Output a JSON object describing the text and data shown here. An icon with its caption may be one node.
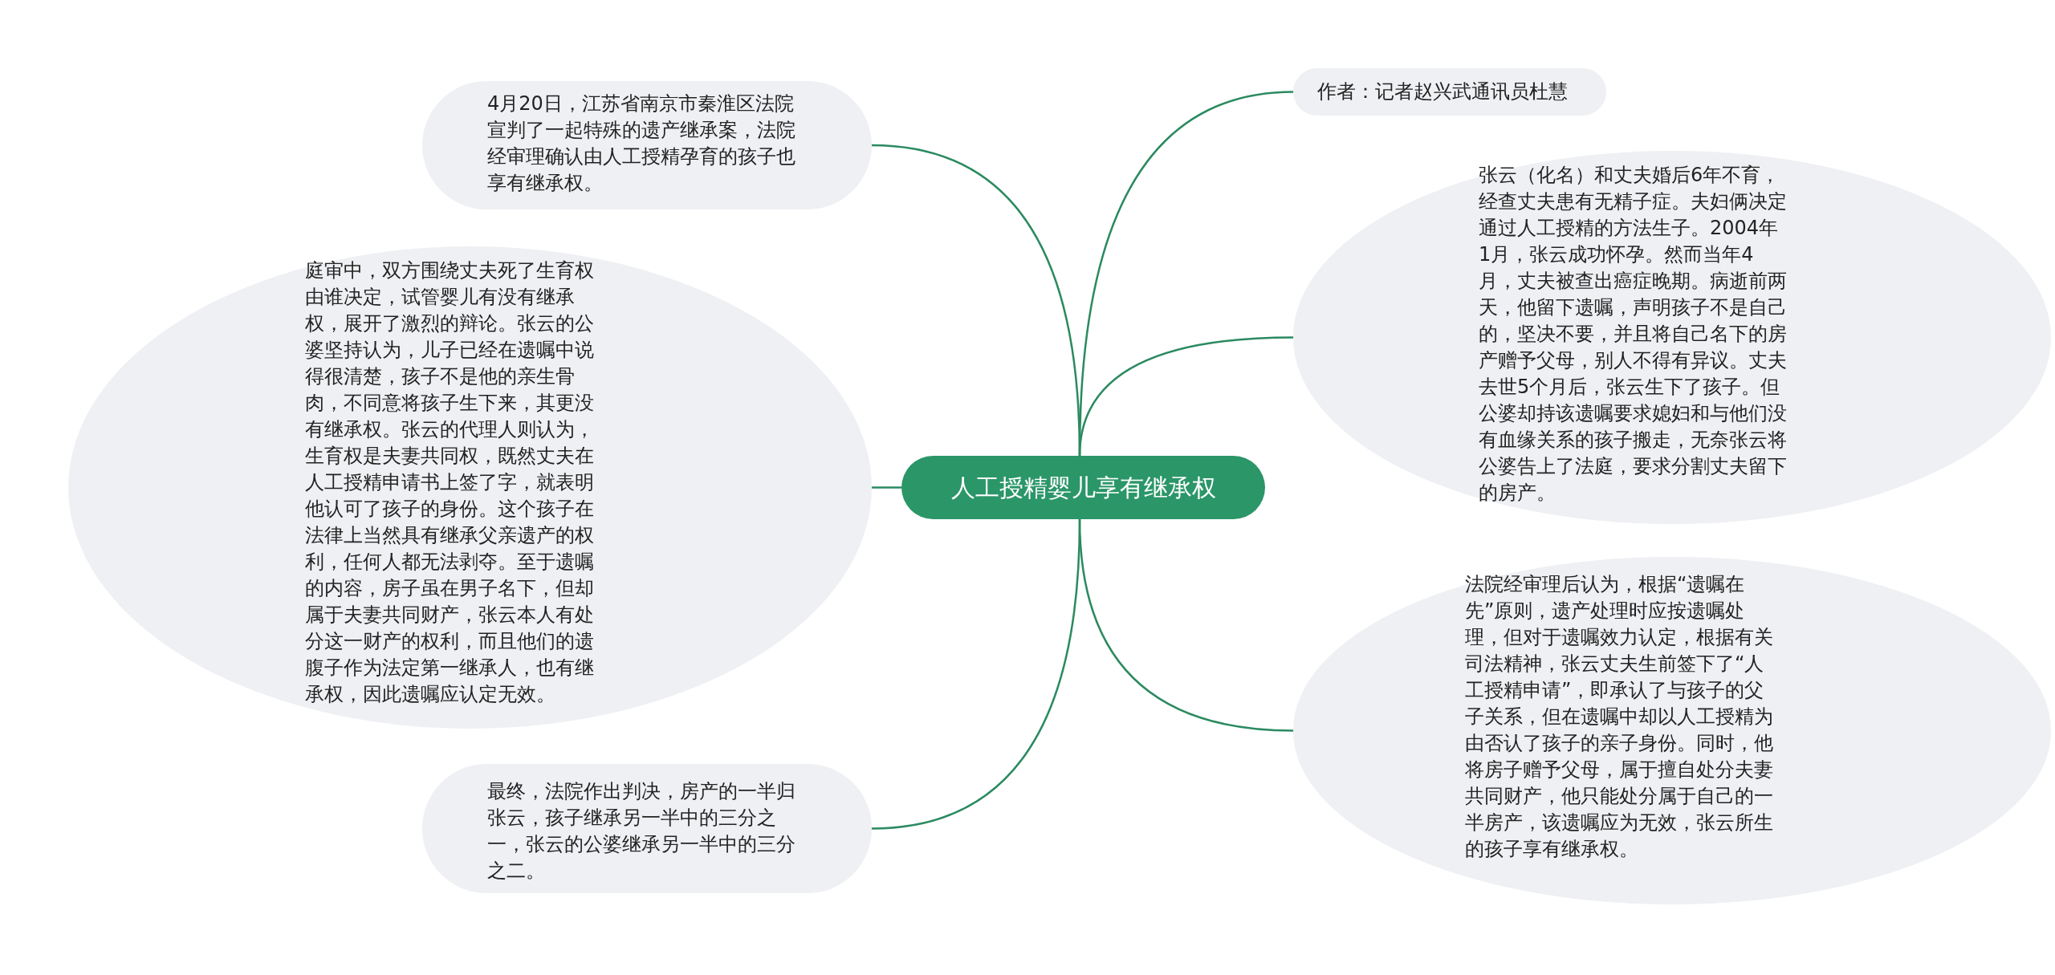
{
  "diagram": {
    "nodes": [
      {
        "text": [
          "人工授精婴儿享有继承权"
        ]
      },
      {
        "text": [
          "作者：记者赵兴武通讯员杜慧"
        ]
      },
      {
        "text": [
          "4月20日，江苏省南京市秦淮区法院宣判了一起特殊的遗产继承案，法院经审理确认由人工授精孕育的孩子也享有继承权。"
        ]
      },
      {
        "text": [
          "张云（化名）和丈夫婚后6年不育，经查丈夫患有无精子症。夫妇俩决定通过人工授精的方法生子。2004年1月，张云成功怀孕。然而当年4月，丈夫被查出癌症晚期。病逝前两天，他留下遗嘱，声明孩子不是自己的，坚决不要，并且将自己名下的房产赠予父母，别人不得有异议。丈夫去世5个月后，张云生下了孩子。但公婆却持该遗嘱要求媳妇和与他们没有血缘关系的孩子搬走，无奈张云将公婆告上了法庭，要求分割丈夫留下的房产。"
        ]
      },
      {
        "text": [
          "庭审中，双方围绕丈夫死了生育权由谁决定，试管婴儿有没有继承权，展开了激烈的辩论。张云的公婆坚持认为，儿子已经在遗嘱中说得很清楚，孩子不是他的亲生骨肉，不同意将孩子生下来，其更没有继承权。张云的代理人则认为，生育权是夫妻共同权，既然丈夫在人工授精申请书上签了字，就表明他认可了孩子的身份。这个孩子在法律上当然具有继承父亲遗产的权利，任何人都无法剥夺。至于遗嘱的内容，房子虽在男子名下，但却属于夫妻共同财产，张云本人有处分这一财产的权利，而且他们的遗腹子作为法定第一继承人，也有继承权，因此遗嘱应认定无效。"
        ]
      },
      {
        "text": [
          "法院经审理后认为，根据“遗嘱在先”原则，遗产处理时应按遗嘱处理，但对于遗嘱效力认定，根据有关司法精神，张云丈夫生前签下了“人工授精申请”，即承认了与孩子的父子关系，但在遗嘱中却以人工授精为由否认了孩子的亲子身份。同时，他将房子赠予父母，属于擅自处分夫妻共同财产，他只能处分属于自己的一半房产，该遗嘱应为无效，张云所生的孩子享有继承权。"
        ]
      },
      {
        "text": [
          "最终，法院作出判决，房产的一半归张云，孩子继承另一半中的三分之一，张云的公婆继承另一半中的三分之二。"
        ]
      }
    ],
    "edges": [
      {
        "from": 0,
        "to": 1,
        "arrow": "none"
      },
      {
        "from": 0,
        "to": 2,
        "arrow": "none"
      },
      {
        "from": 0,
        "to": 3,
        "arrow": "none"
      },
      {
        "from": 0,
        "to": 4,
        "arrow": "none"
      },
      {
        "from": 0,
        "to": 5,
        "arrow": "none"
      },
      {
        "from": 0,
        "to": 6,
        "arrow": "none"
      }
    ]
  }
}
